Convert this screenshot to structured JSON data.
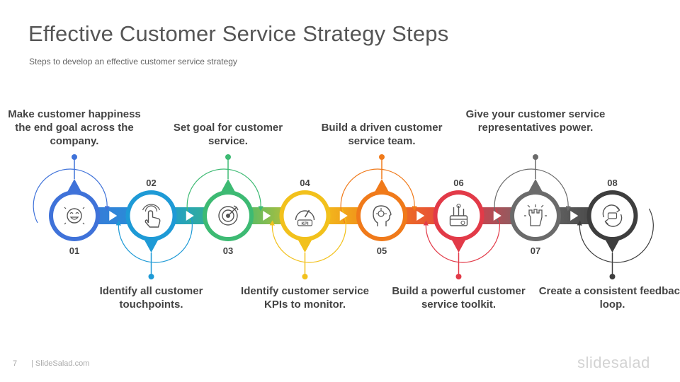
{
  "header": {
    "title": "Effective Customer Service Strategy Steps",
    "subtitle": "Steps to develop an effective customer service strategy"
  },
  "steps": [
    {
      "number": "01",
      "text": "Make customer happiness the end goal across the company.",
      "position": "top",
      "color": "#3f72d9",
      "icon": "happy-face-icon"
    },
    {
      "number": "02",
      "text": "Identify all customer touchpoints.",
      "position": "bottom",
      "color": "#1e9ad6",
      "icon": "touch-hand-icon"
    },
    {
      "number": "03",
      "text": "Set goal for customer service.",
      "position": "top",
      "color": "#3dba73",
      "icon": "target-icon"
    },
    {
      "number": "04",
      "text": "Identify customer service KPIs to monitor.",
      "position": "bottom",
      "color": "#f2c11c",
      "icon": "kpi-gauge-icon"
    },
    {
      "number": "05",
      "text": "Build a driven customer service team.",
      "position": "top",
      "color": "#f07a1a",
      "icon": "head-circuit-icon"
    },
    {
      "number": "06",
      "text": "Build a powerful customer service toolkit.",
      "position": "bottom",
      "color": "#e23a48",
      "icon": "toolkit-icon"
    },
    {
      "number": "07",
      "text": "Give your customer service representatives power.",
      "position": "top",
      "color": "#6b6b6b",
      "icon": "power-fist-icon"
    },
    {
      "number": "08",
      "text": "Create a consistent feedback loop.",
      "position": "bottom",
      "color": "#3e3e3e",
      "icon": "feedback-loop-icon"
    }
  ],
  "footer": {
    "page_number": "7",
    "site": "| SlideSalad.com",
    "brand": "slidesalad"
  }
}
